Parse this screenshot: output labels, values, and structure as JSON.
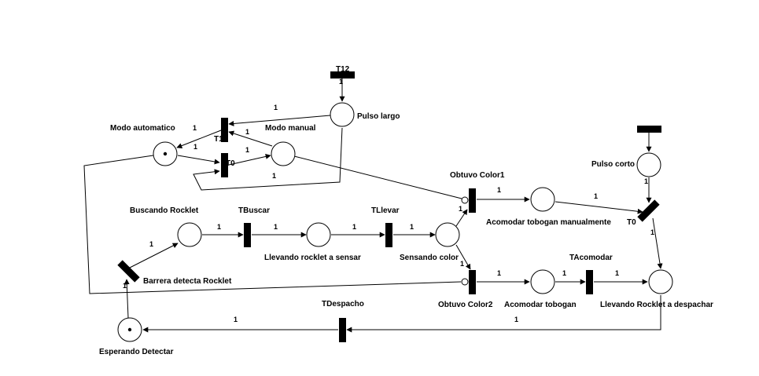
{
  "diagram": {
    "places": {
      "modo_automatico": "Modo automatico",
      "modo_manual": "Modo manual",
      "pulso_largo": "Pulso largo",
      "pulso_corto": "Pulso corto",
      "buscando_rocklet": "Buscando Rocklet",
      "llevando_rocklet_sensar": "Llevando rocklet a sensar",
      "sensando_color": "Sensando color",
      "acomodar_tobogan_manualmente": "Acomodar tobogan manualmente",
      "acomodar_tobogan": "Acomodar tobogan",
      "llevando_rocklet_despachar": "Llevando Rocklet a despachar",
      "esperando_detectar": "Esperando Detectar"
    },
    "transitions": {
      "t12": "T12",
      "t1": "T1",
      "t0_left": "T0",
      "t0_right": "T0",
      "tbuscar": "TBuscar",
      "tllevar": "TLlevar",
      "obtuvo_color1": "Obtuvo Color1",
      "obtuvo_color2": "Obtuvo Color2",
      "tacomodar": "TAcomodar",
      "tdespacho": "TDespacho",
      "barrera": "Barrera detecta Rocklet"
    },
    "weight": "1"
  }
}
